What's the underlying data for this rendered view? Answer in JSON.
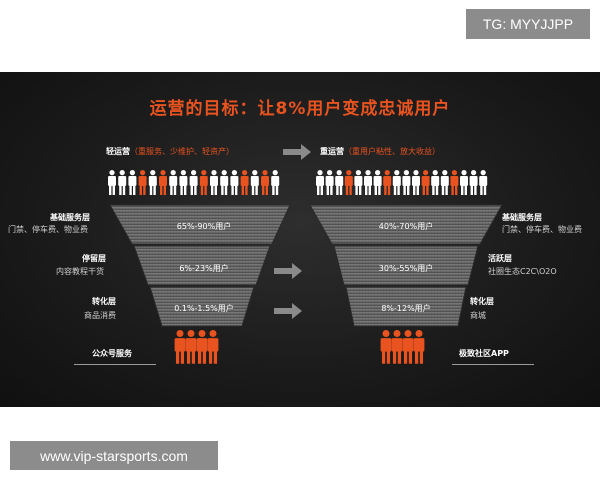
{
  "watermarks": {
    "tg": "TG: MYYJJPP",
    "url": "www.vip-starsports.com"
  },
  "title": "运营的目标：让8%用户变成忠诚用户",
  "left": {
    "head_label": "轻运营",
    "head_note": "（重服务、少维护、轻资产）",
    "layers": [
      {
        "name": "基础服务层",
        "desc": "门禁、停车费、物业费",
        "pct": "65%-90%用户"
      },
      {
        "name": "停留层",
        "desc": "内容教程干货",
        "pct": "6%-23%用户"
      },
      {
        "name": "转化层",
        "desc": "商品消费",
        "pct": "0.1%-1.5%用户"
      }
    ],
    "bottom_label": "公众号服务"
  },
  "right": {
    "head_label": "重运营",
    "head_note": "（重用户粘性、放大收益）",
    "layers": [
      {
        "name": "基础服务层",
        "desc": "门禁、停车费、物业费",
        "pct": "40%-70%用户"
      },
      {
        "name": "活跃层",
        "desc": "社圈生态C2C\\O2O",
        "pct": "30%-55%用户"
      },
      {
        "name": "转化层",
        "desc": "商城",
        "pct": "8%-12%用户"
      }
    ],
    "bottom_label": "极致社区APP"
  },
  "colors": {
    "accent": "#e8531f",
    "person_white": "#ffffff",
    "panel": "#1c1c1c",
    "arrow": "#8a8a8a"
  },
  "icons": [
    "person-icon",
    "arrow-right-icon"
  ]
}
